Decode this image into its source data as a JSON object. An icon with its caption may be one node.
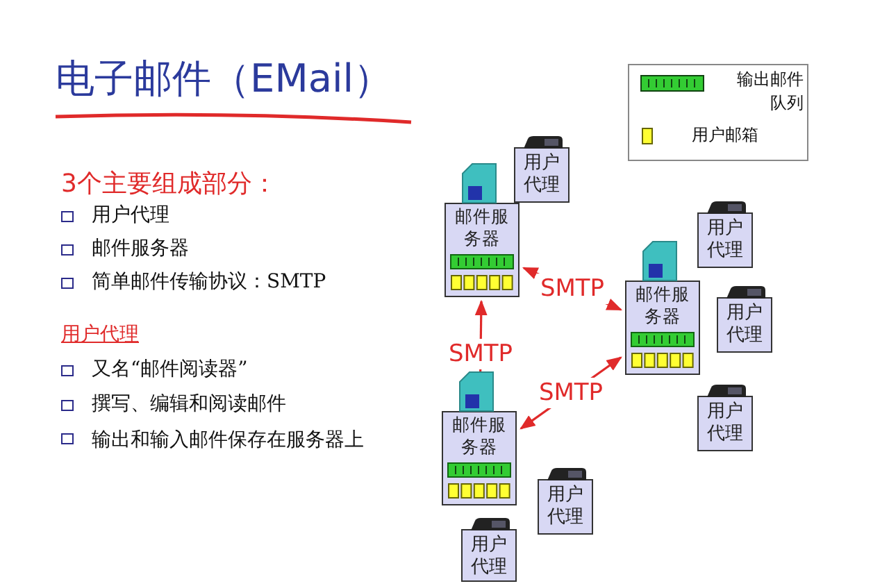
{
  "diagram": {
    "title": "电子邮件（EMail）",
    "nodes": [
      {
        "text": [
          "用户代理"
        ]
      },
      {
        "text": [
          "邮件服务器"
        ]
      },
      {
        "text": [
          "用户代理"
        ]
      },
      {
        "text": [
          "邮件服务器"
        ]
      },
      {
        "text": [
          "用户代理"
        ]
      },
      {
        "text": [
          "用户代理"
        ]
      },
      {
        "text": [
          "邮件服务器"
        ]
      },
      {
        "text": [
          "用户代理"
        ]
      },
      {
        "text": [
          "用户代理"
        ]
      }
    ],
    "edges": [
      {
        "from": 1,
        "to": 3,
        "arrow": "both",
        "label": "SMTP"
      },
      {
        "from": 1,
        "to": 6,
        "arrow": "both",
        "label": "SMTP"
      },
      {
        "from": 6,
        "to": 3,
        "arrow": "both",
        "label": "SMTP"
      }
    ],
    "labels": [
      "3个主要组成部分：",
      "用户代理",
      "邮件服务器",
      "简单邮件传输协议：SMTP",
      "用户代理",
      "又名“邮件阅读器”",
      "撰写、编辑和阅读邮件",
      "输出和输入邮件保存在服务器上"
    ],
    "legend": [
      {
        "text": "输出邮件队列",
        "color": "#33cc33"
      },
      {
        "text": "用户邮箱",
        "color": "#ffff33"
      }
    ]
  }
}
